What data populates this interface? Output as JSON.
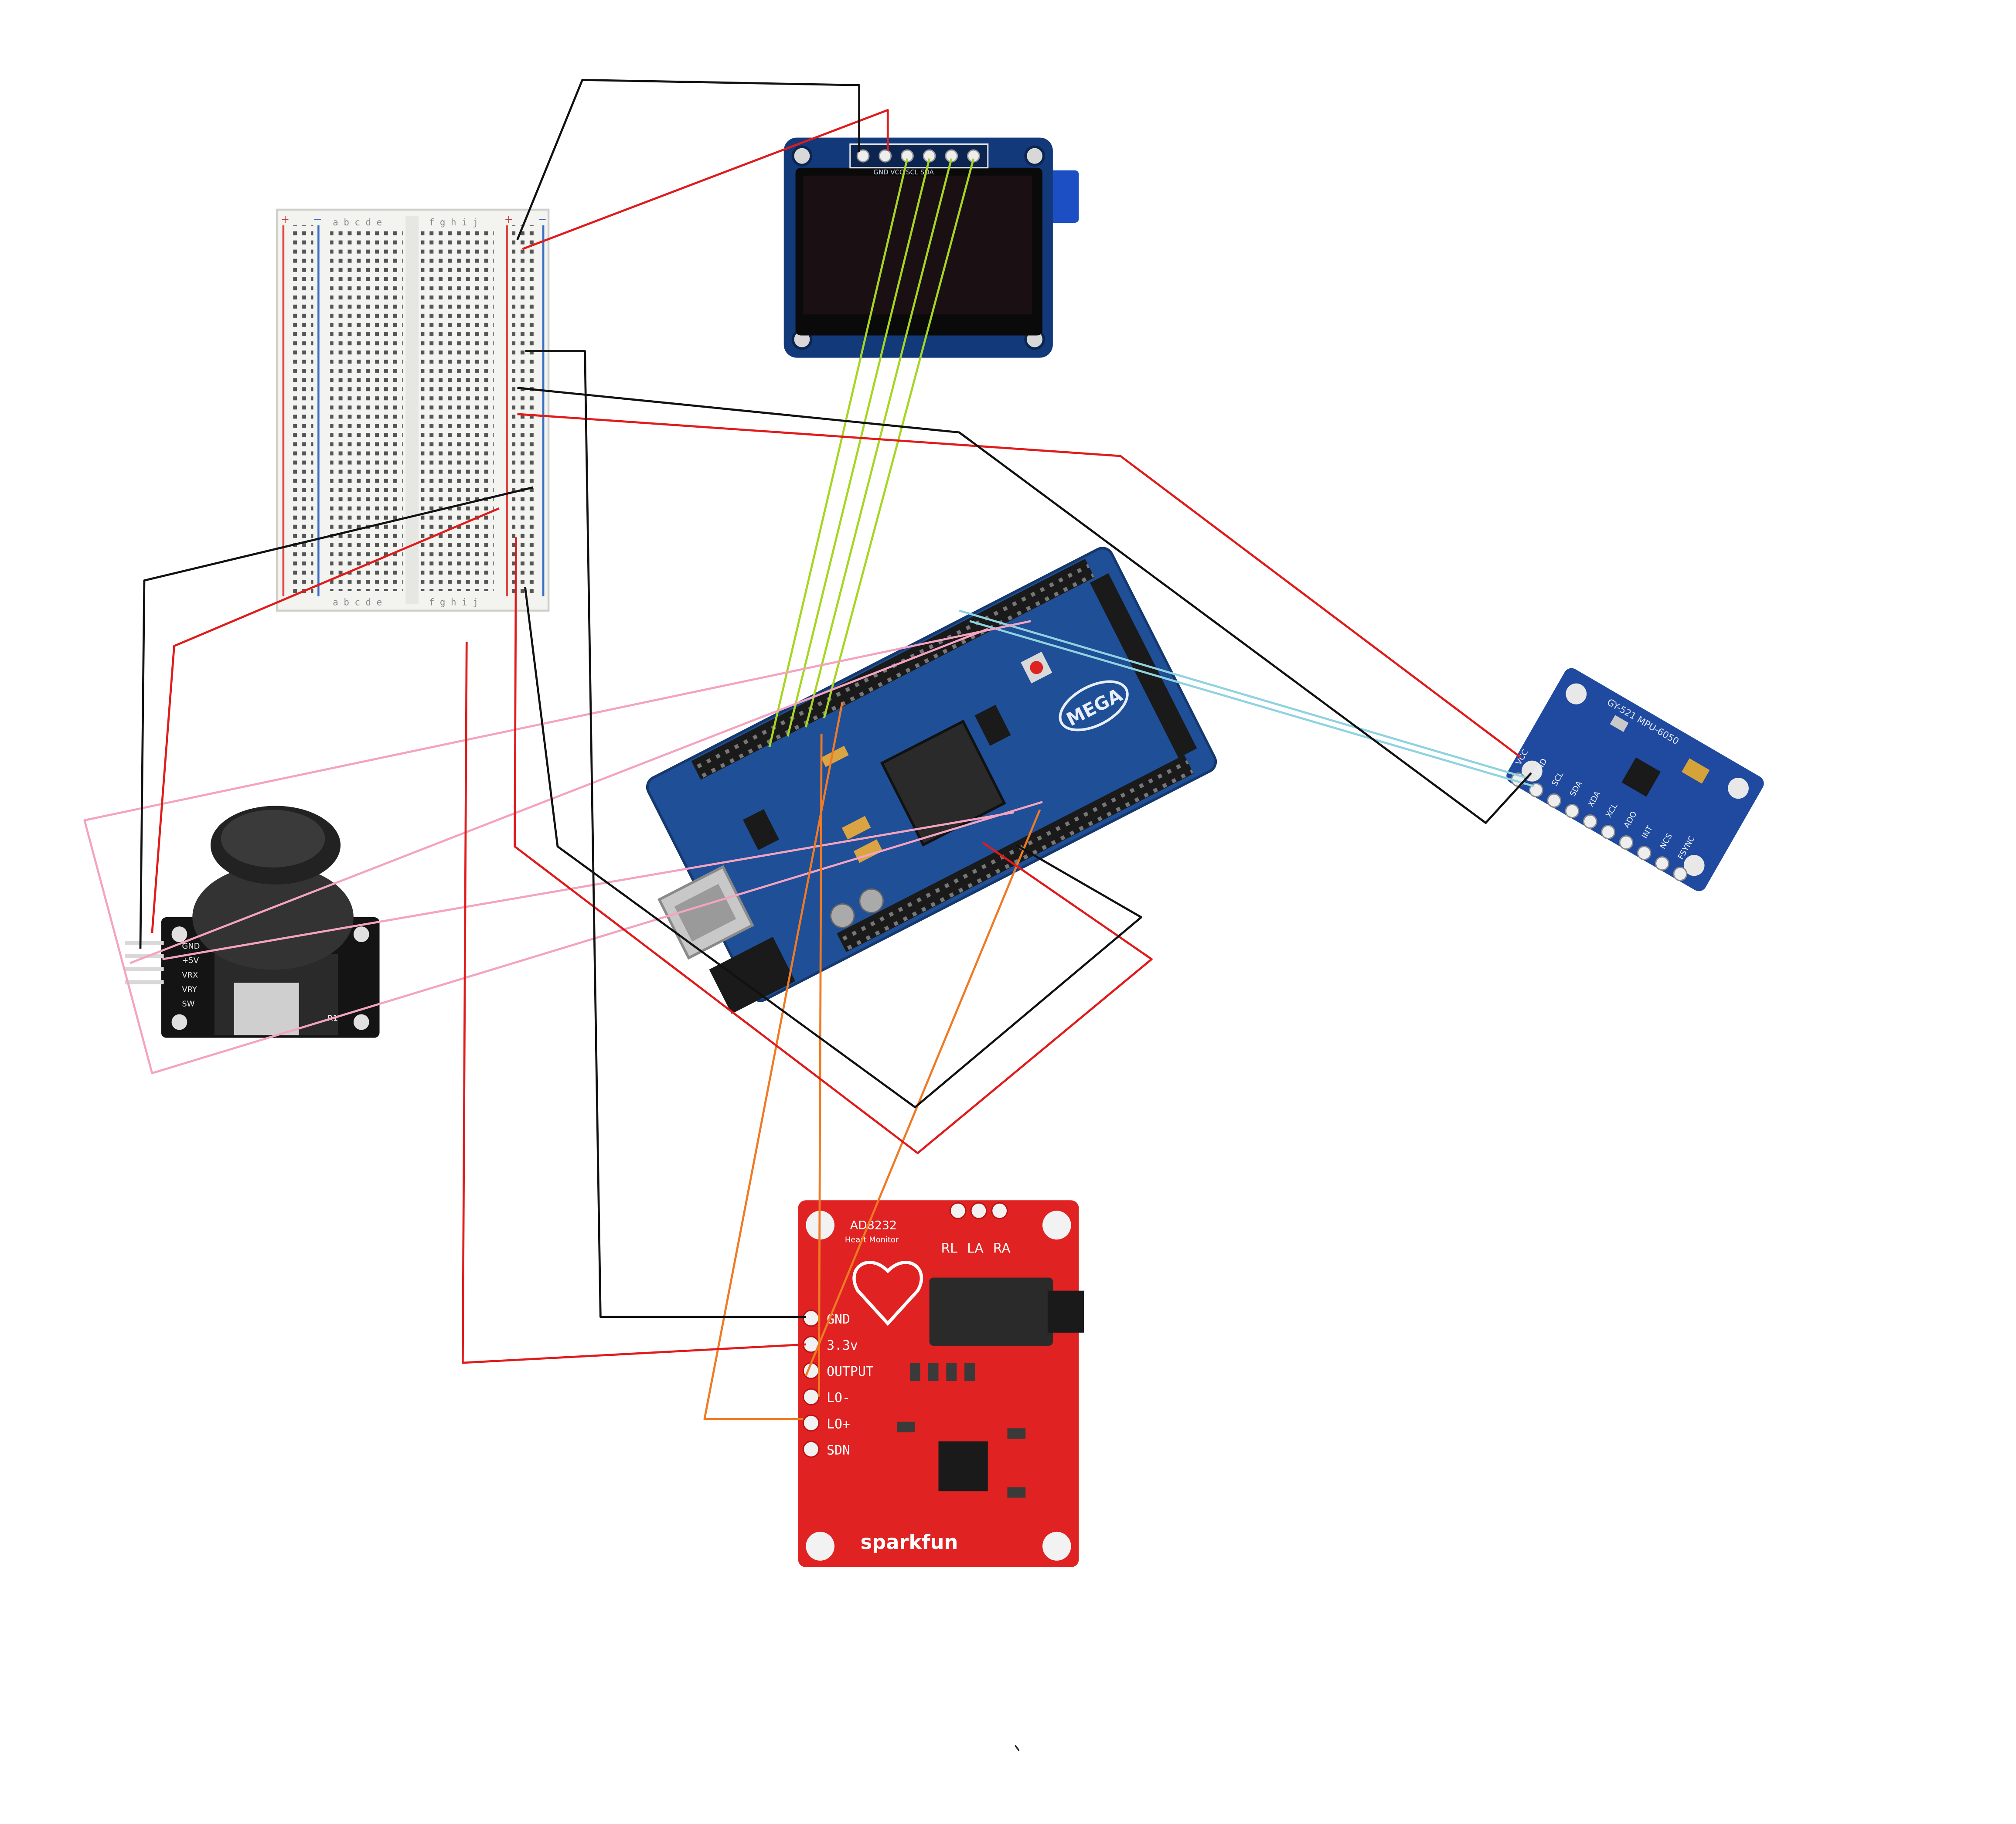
{
  "breadboard": {
    "top_letters_left": "a b c d e",
    "top_letters_right": "f g h i j",
    "bottom_letters_left": "a b c d e",
    "bottom_letters_right": "f g h i j",
    "plus": "+",
    "minus": "−"
  },
  "oled": {
    "pin_labels": "GND VCC SCL SDA"
  },
  "arduino": {
    "board_name": "MEGA"
  },
  "mpu": {
    "part_name": "GY-521 MPU-6050",
    "pins": [
      "VCC",
      "GND",
      "SCL",
      "SDA",
      "XDA",
      "XCL",
      "ADO",
      "INT",
      "NCS",
      "FSYNC"
    ]
  },
  "joystick": {
    "pins": [
      "GND",
      "+5V",
      "VRX",
      "VRY",
      "SW"
    ],
    "r_label": "R1"
  },
  "ecg": {
    "chip_name": "AD8232",
    "subtitle": "Heart Monitor",
    "electrodes": [
      "RL",
      "LA",
      "RA"
    ],
    "pins": [
      "GND",
      "3.3v",
      "OUTPUT",
      "LO-",
      "LO+",
      "SDN"
    ],
    "brand": "sparkfun"
  },
  "colors": {
    "power": "#e01b1b",
    "ground": "#111111",
    "oled_data": "#a6d623",
    "i2c": "#8fd3e0",
    "joystick_signal": "#f4a3c0",
    "ecg_signal": "#f07a24",
    "arduino_board": "#1f4f96",
    "oled_board": "#123a7a",
    "mpu_board": "#1f4aa0",
    "ecg_board": "#e02222"
  }
}
